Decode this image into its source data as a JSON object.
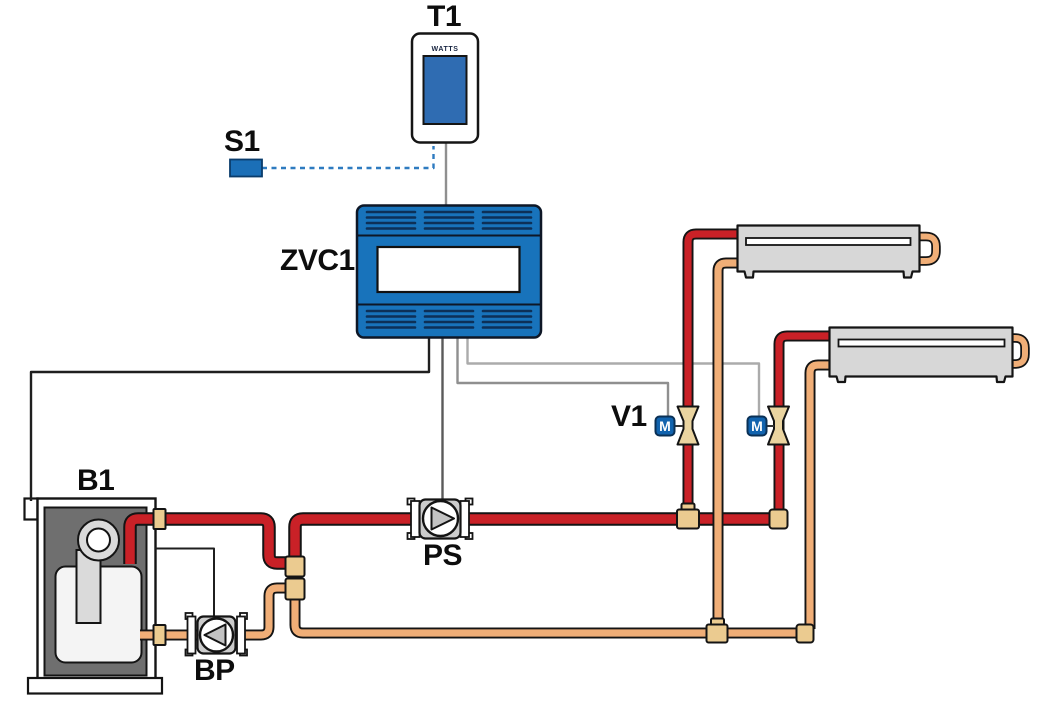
{
  "labels": {
    "thermostat": "T1",
    "sensor": "S1",
    "zone_valve_control": "ZVC1",
    "zone_valve": "V1",
    "boiler": "B1",
    "system_pump": "PS",
    "boiler_pump": "BP"
  },
  "thermostat": {
    "brand": "WATTS"
  },
  "valve_actuator_label": "M",
  "colors": {
    "supply_pipe_red": "#C92127",
    "return_pipe_tan": "#F0AE77",
    "brass_fitting": "#EBCB90",
    "valve_body_tan": "#EAD4A0",
    "panel_blue": "#1873BB",
    "screen_blue": "#2F6CB2",
    "sensor_blue": "#1B6FB7",
    "actuator_blue": "#1163AE",
    "radiator_gray": "#D7D7D7",
    "pump_gray": "#CCCCCC",
    "boiler_panel_gray": "#6F6F6F",
    "outline_black": "#141414",
    "wire_dark": "#1F1F1F",
    "wire_mid": "#5A5A5A",
    "wire_gray": "#8F8F8F",
    "wire_light": "#ABABAB",
    "dashed_sensor_line_blue": "#2E7BC0",
    "slat_navy": "#0D3057"
  }
}
